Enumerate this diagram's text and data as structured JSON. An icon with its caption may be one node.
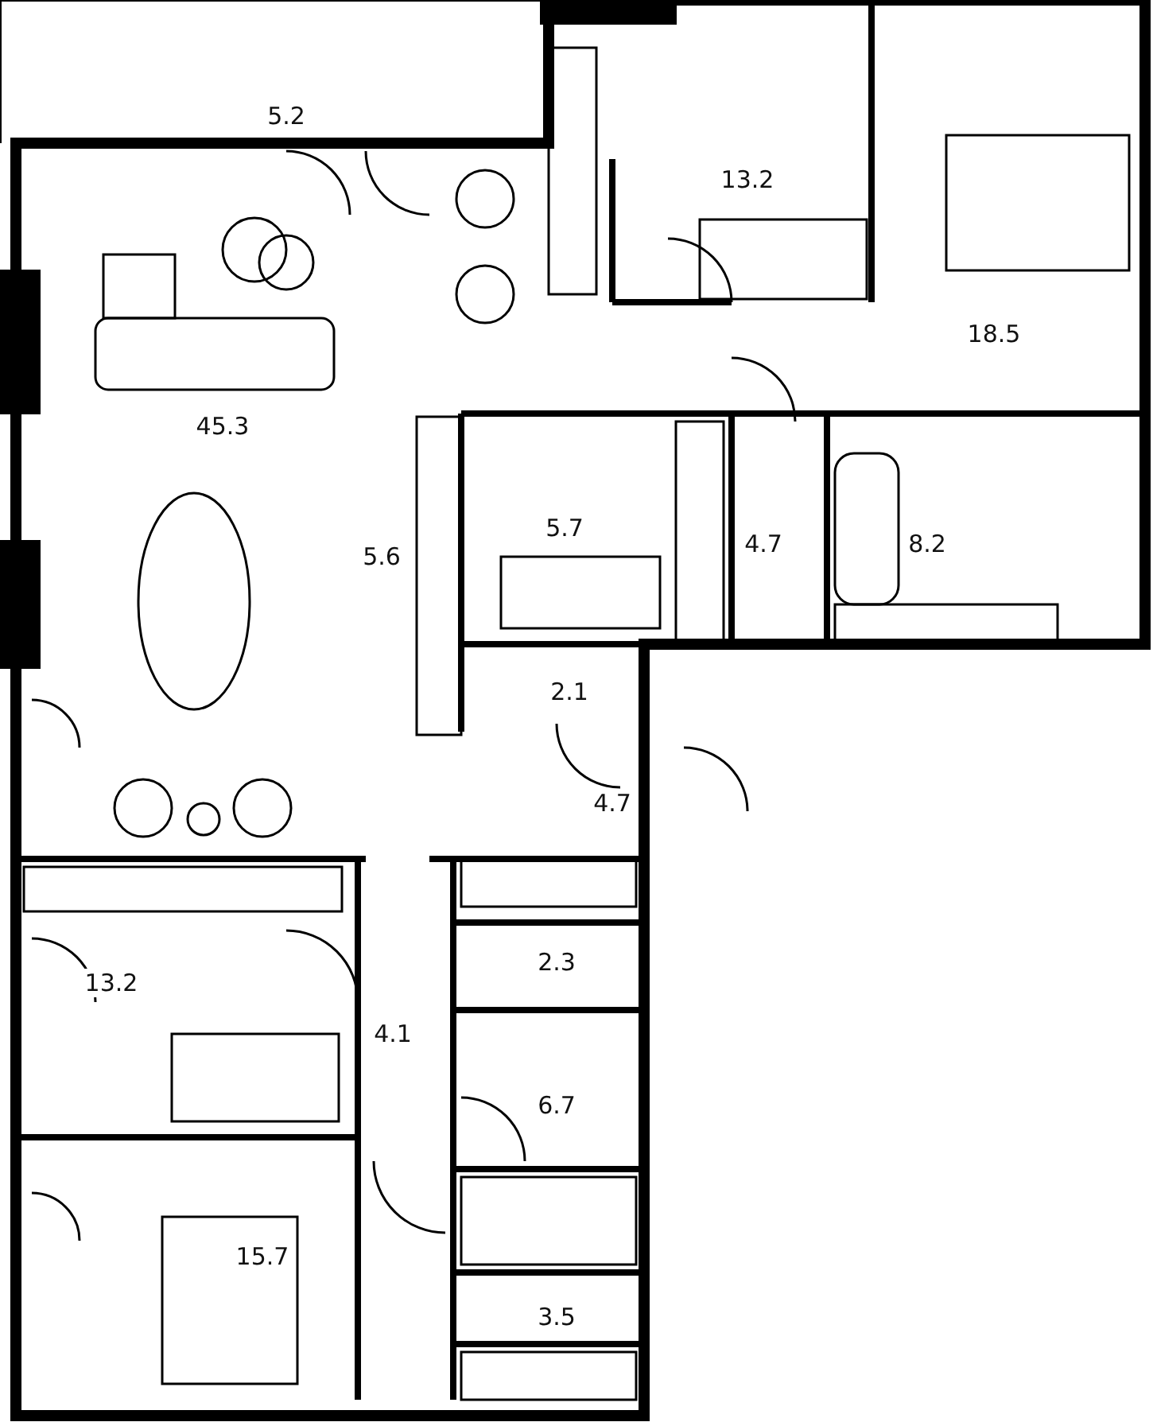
{
  "diagram": {
    "labels": [
      "5.2",
      "13.2",
      "18.5",
      "45.3",
      "5.6",
      "5.7",
      "4.7",
      "8.2",
      "2.1",
      "4.7",
      "2.3",
      "13.2",
      "4.1",
      "6.7",
      "15.7",
      "3.5"
    ]
  }
}
